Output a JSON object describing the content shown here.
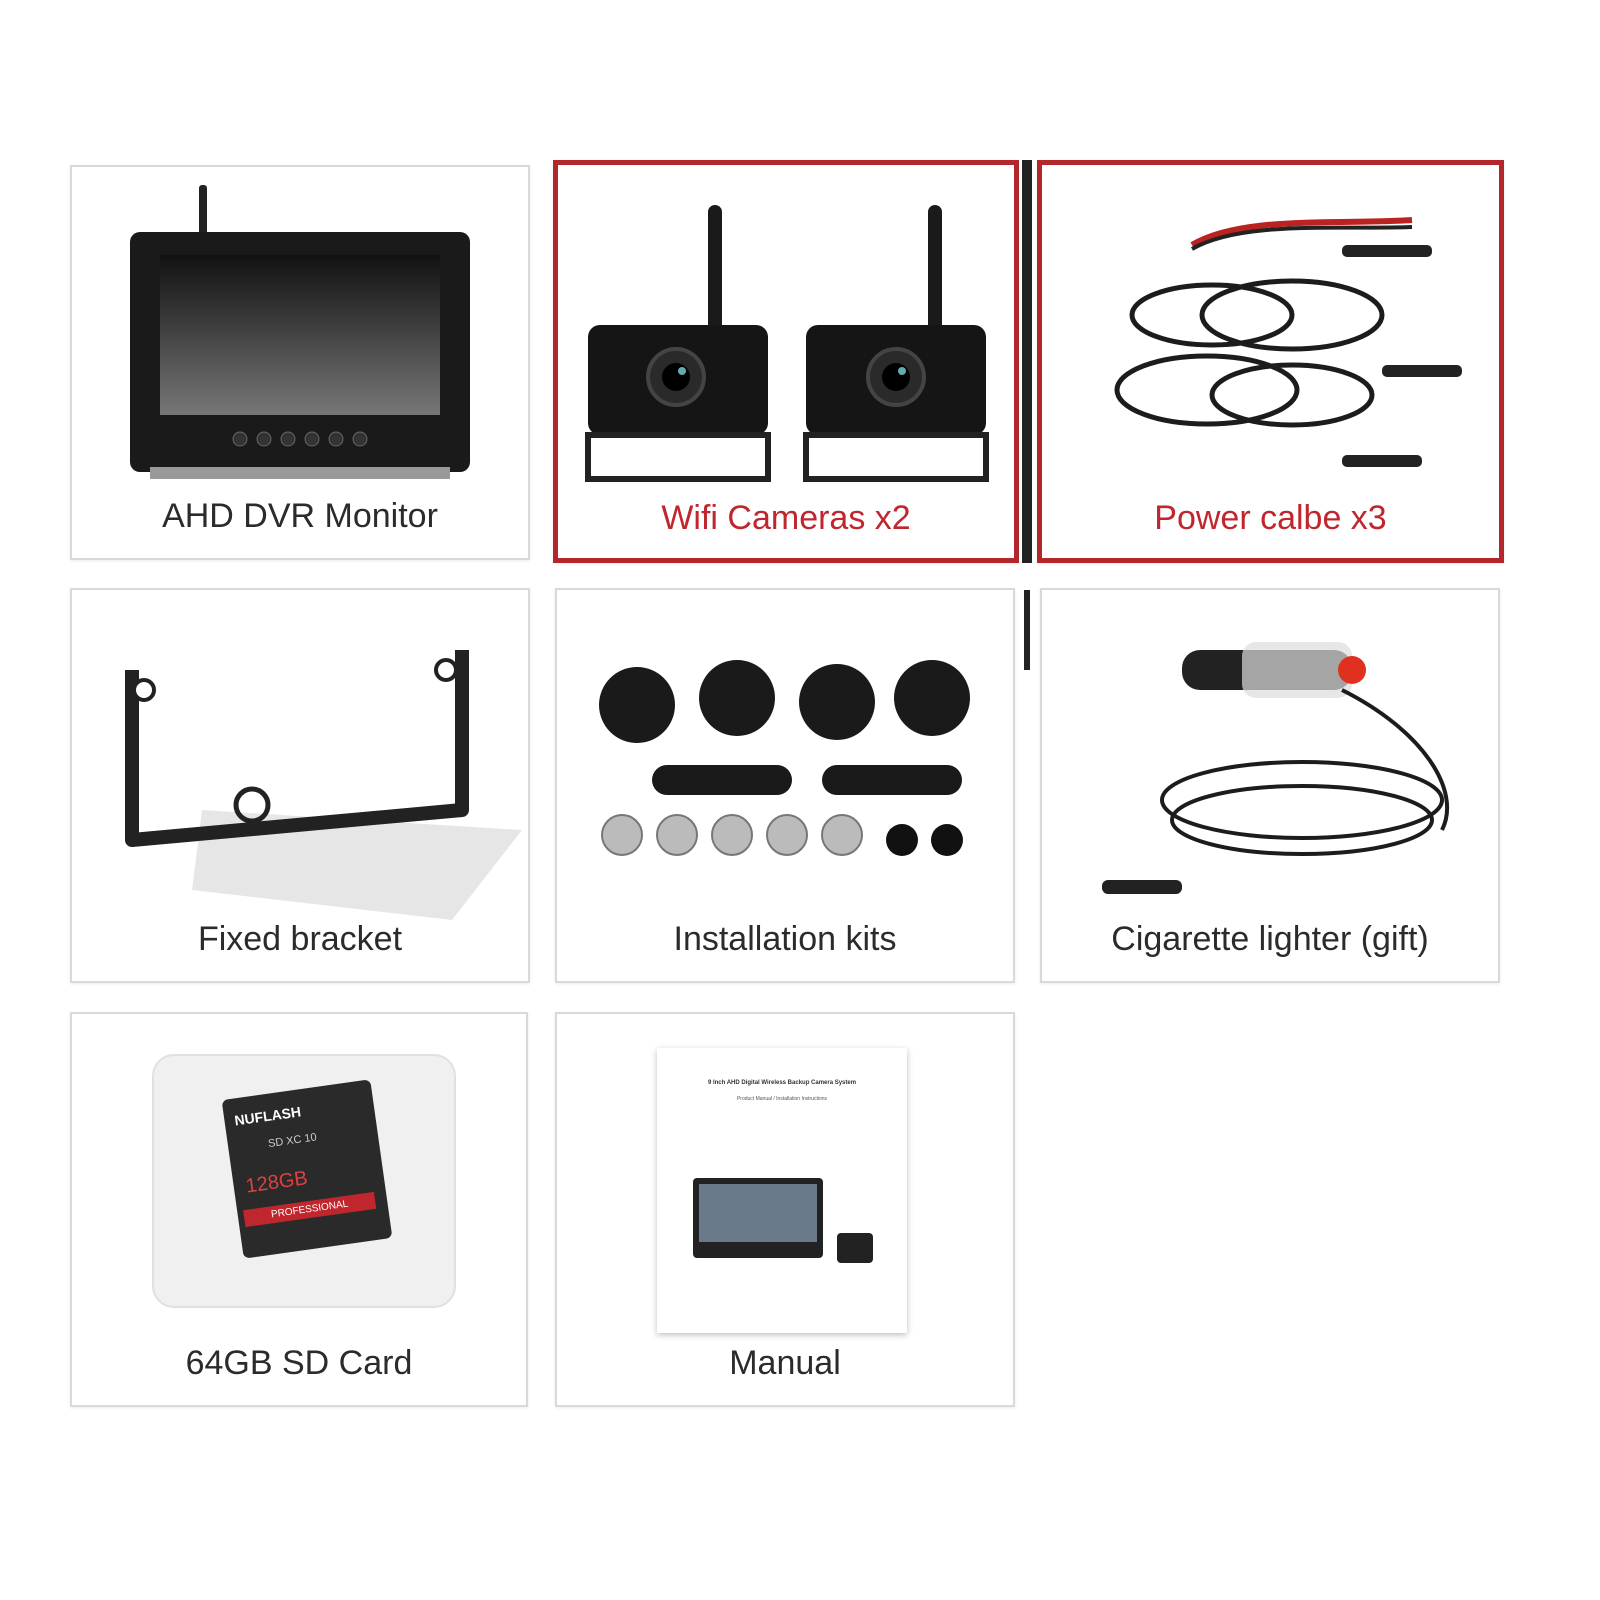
{
  "items": [
    {
      "label": "AHD DVR Monitor",
      "icon": "monitor-image"
    },
    {
      "label": "Wifi Cameras x2",
      "icon": "wifi-camera-image",
      "highlight": true
    },
    {
      "label": "Power calbe x3",
      "icon": "power-cable-image",
      "highlight": true
    },
    {
      "label": "Fixed bracket",
      "icon": "bracket-image"
    },
    {
      "label": "Installation  kits",
      "icon": "installation-kit-image"
    },
    {
      "label": "Cigarette lighter (gift)",
      "icon": "cigarette-lighter-image"
    },
    {
      "label": "64GB SD Card",
      "icon": "sd-card-image"
    },
    {
      "label": "Manual",
      "icon": "manual-image"
    }
  ],
  "sd_card": {
    "brand": "NUFLASH",
    "capacity": "128GB",
    "tag": "PROFESSIONAL",
    "class": "SD XC 10"
  },
  "manual": {
    "title": "9 Inch AHD Digital Wireless Backup Camera System",
    "subtitle": "Product Manual / Installation Instructions"
  },
  "colors": {
    "highlight": "#b3262c",
    "border": "#d9d9d9"
  }
}
